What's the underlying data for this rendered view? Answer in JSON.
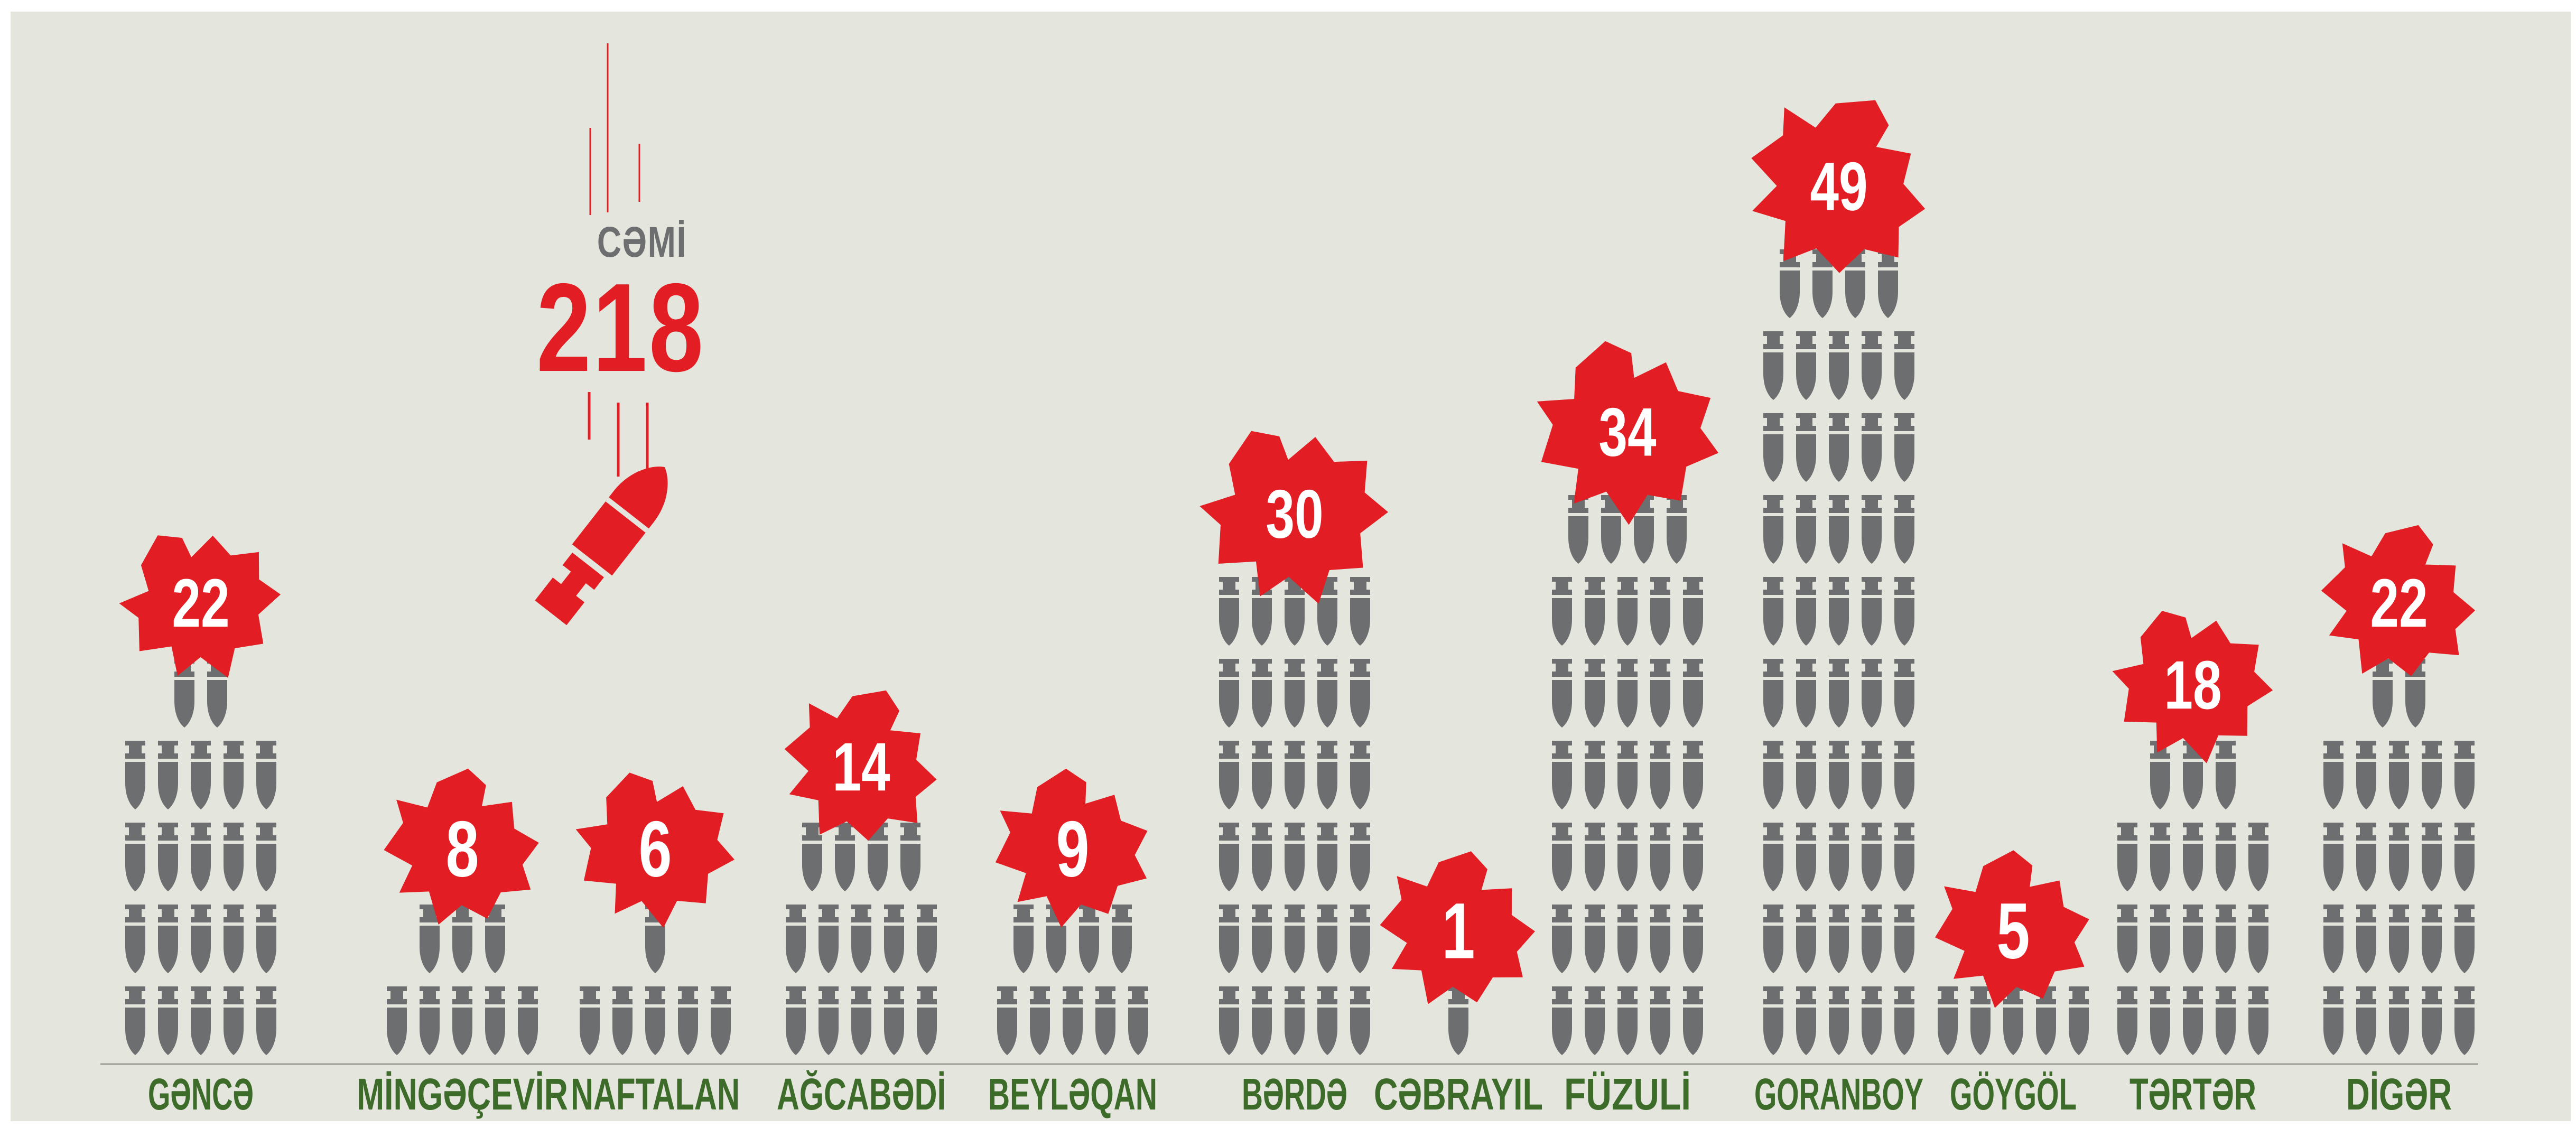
{
  "colors": {
    "background": "#e4e6dd",
    "bomb": "#6d6e70",
    "map": "#e31d24",
    "value_text": "#ffffff",
    "category_text": "#3d6b2a",
    "total_label": "#6d6e70",
    "total_value": "#e31d24",
    "baseline": "#9a9c96"
  },
  "icons": {
    "unit": "bomb-icon",
    "region": "map-silhouette",
    "falling": "falling-bomb-icon"
  },
  "total": {
    "label": "CƏMİ",
    "value": "218"
  },
  "chart_data": {
    "type": "bar",
    "unit_icon": "bomb",
    "categories": [
      "GƏNCƏ",
      "MİNGƏÇEVİR",
      "NAFTALAN",
      "AĞCABƏDİ",
      "BEYLƏQAN",
      "BƏRDƏ",
      "CƏBRAYIL",
      "FÜZULİ",
      "GORANBOY",
      "GÖYGÖL",
      "TƏRTƏR",
      "DİGƏR"
    ],
    "values": [
      22,
      8,
      6,
      14,
      9,
      30,
      1,
      34,
      49,
      5,
      18,
      22
    ],
    "value_labels": [
      "22",
      "8",
      "6",
      "14",
      "9",
      "30",
      "1",
      "34",
      "49",
      "5",
      "18",
      "22"
    ],
    "total": 218,
    "legend": "none",
    "grid": false
  }
}
